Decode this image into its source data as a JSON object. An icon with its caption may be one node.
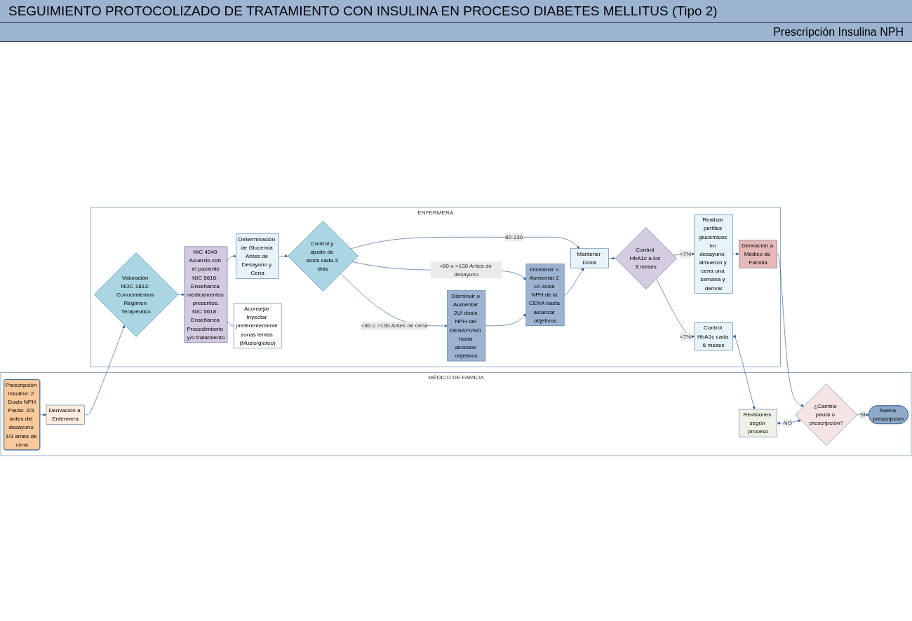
{
  "diagram": {
    "title": "SEGUIMIENTO PROTOCOLIZADO DE TRATAMIENTO CON INSULINA EN PROCESO DIABETES MELLITUS (Tipo 2)",
    "nodes": [
      {
        "text": [
          "MÉDICO DE FAMILIA"
        ]
      },
      {
        "text": [
          "Prescripción insulina: 2 Dosis NPH",
          "Pauta: 2/3 antes del desayuno 1/3 antes de cena"
        ],
        "in": 0
      },
      {
        "text": [
          "¿Cambio pauta o prescripción?"
        ],
        "in": 0
      },
      {
        "text": [
          "Nueva prescripción"
        ],
        "in": 0
      },
      {
        "text": [
          "Derivación a Enfermera"
        ],
        "in": 0
      },
      {
        "text": [
          "Revisiones según proceso"
        ],
        "in": 0
      },
      {
        "text": [
          "ENFERMERA"
        ]
      },
      {
        "text": [
          "Valoración NOC 1813: Conocimientos Régimen Terapéutico"
        ],
        "in": 6
      },
      {
        "text": [
          "Control HbA1c cada 6 meses"
        ],
        "in": 6
      },
      {
        "text": [
          "NIC 4240 Acuerdo con el paciente",
          "NIC 5616: Enseñanza medicamentos prescritos.",
          "NIC 5618: Enseñanza Procedimiento y/o tratamiento"
        ],
        "in": 6
      },
      {
        "text": [
          "Aconsejar Inyectar preferentemente zonas lentas (Muslo/glúteo)"
        ],
        "in": 6
      },
      {
        "text": [
          "Derivación a Médico de Familia"
        ],
        "in": 6
      },
      {
        "text": [
          "Determinación de Glucemia Antes de Desayuno y Cena"
        ],
        "in": 6
      },
      {
        "text": [
          "Realizar perfiles glucémicos en desayuno, almuerzo y cena una semana y derivar"
        ],
        "in": 6
      },
      {
        "text": [
          "Control y ajuste de dosis cada 3 días"
        ],
        "in": 6
      },
      {
        "text": [
          "Disminuir o Aumentar 2UI dosis NPH del DESAYUNO hasta alcanzar objetivos"
        ],
        "in": 6
      },
      {
        "text": [
          "Disminuir o Aumentar 2 UI dosis NPH de la CENA hasta alcanzar objetivos"
        ],
        "in": 6
      },
      {
        "text": [
          "Mantener Dosis"
        ],
        "in": 6
      },
      {
        "text": [
          "Control HbA1c a los 3 meses"
        ],
        "in": 6
      }
    ],
    "edges": [
      {
        "from": 1,
        "to": 4,
        "arrow": "to"
      },
      {
        "from": 4,
        "to": 7,
        "arrow": "to"
      },
      {
        "from": 7,
        "to": 9,
        "arrow": "to"
      },
      {
        "from": 10,
        "to": 9,
        "arrow": "none"
      },
      {
        "from": 9,
        "to": 12,
        "arrow": "to"
      },
      {
        "from": 12,
        "to": 14,
        "arrow": "to"
      },
      {
        "from": 14,
        "to": 15,
        "arrow": "to",
        "label": "<80 o >130 Antes de cena"
      },
      {
        "from": 14,
        "to": 16,
        "arrow": "to",
        "label": "<80 o >130 Antes de desayuno"
      },
      {
        "from": 14,
        "to": 17,
        "arrow": "to",
        "label": "80-130"
      },
      {
        "from": 15,
        "to": 16,
        "arrow": "to"
      },
      {
        "from": 16,
        "to": 17,
        "arrow": "to"
      },
      {
        "from": 17,
        "to": 18,
        "arrow": "to"
      },
      {
        "from": 18,
        "to": 13,
        "arrow": "to",
        "label": ">7%"
      },
      {
        "from": 18,
        "to": 8,
        "arrow": "to",
        "label": "<7%"
      },
      {
        "from": 13,
        "to": 11,
        "arrow": "to"
      },
      {
        "from": 11,
        "to": 2,
        "arrow": "to"
      },
      {
        "from": 8,
        "to": 5,
        "arrow": "both"
      },
      {
        "from": 5,
        "to": 2,
        "arrow": "both",
        "label": "NO"
      },
      {
        "from": 2,
        "to": 3,
        "arrow": "to",
        "label": "SI"
      }
    ],
    "labels": [
      "Prescripción Insulina NPH"
    ]
  }
}
